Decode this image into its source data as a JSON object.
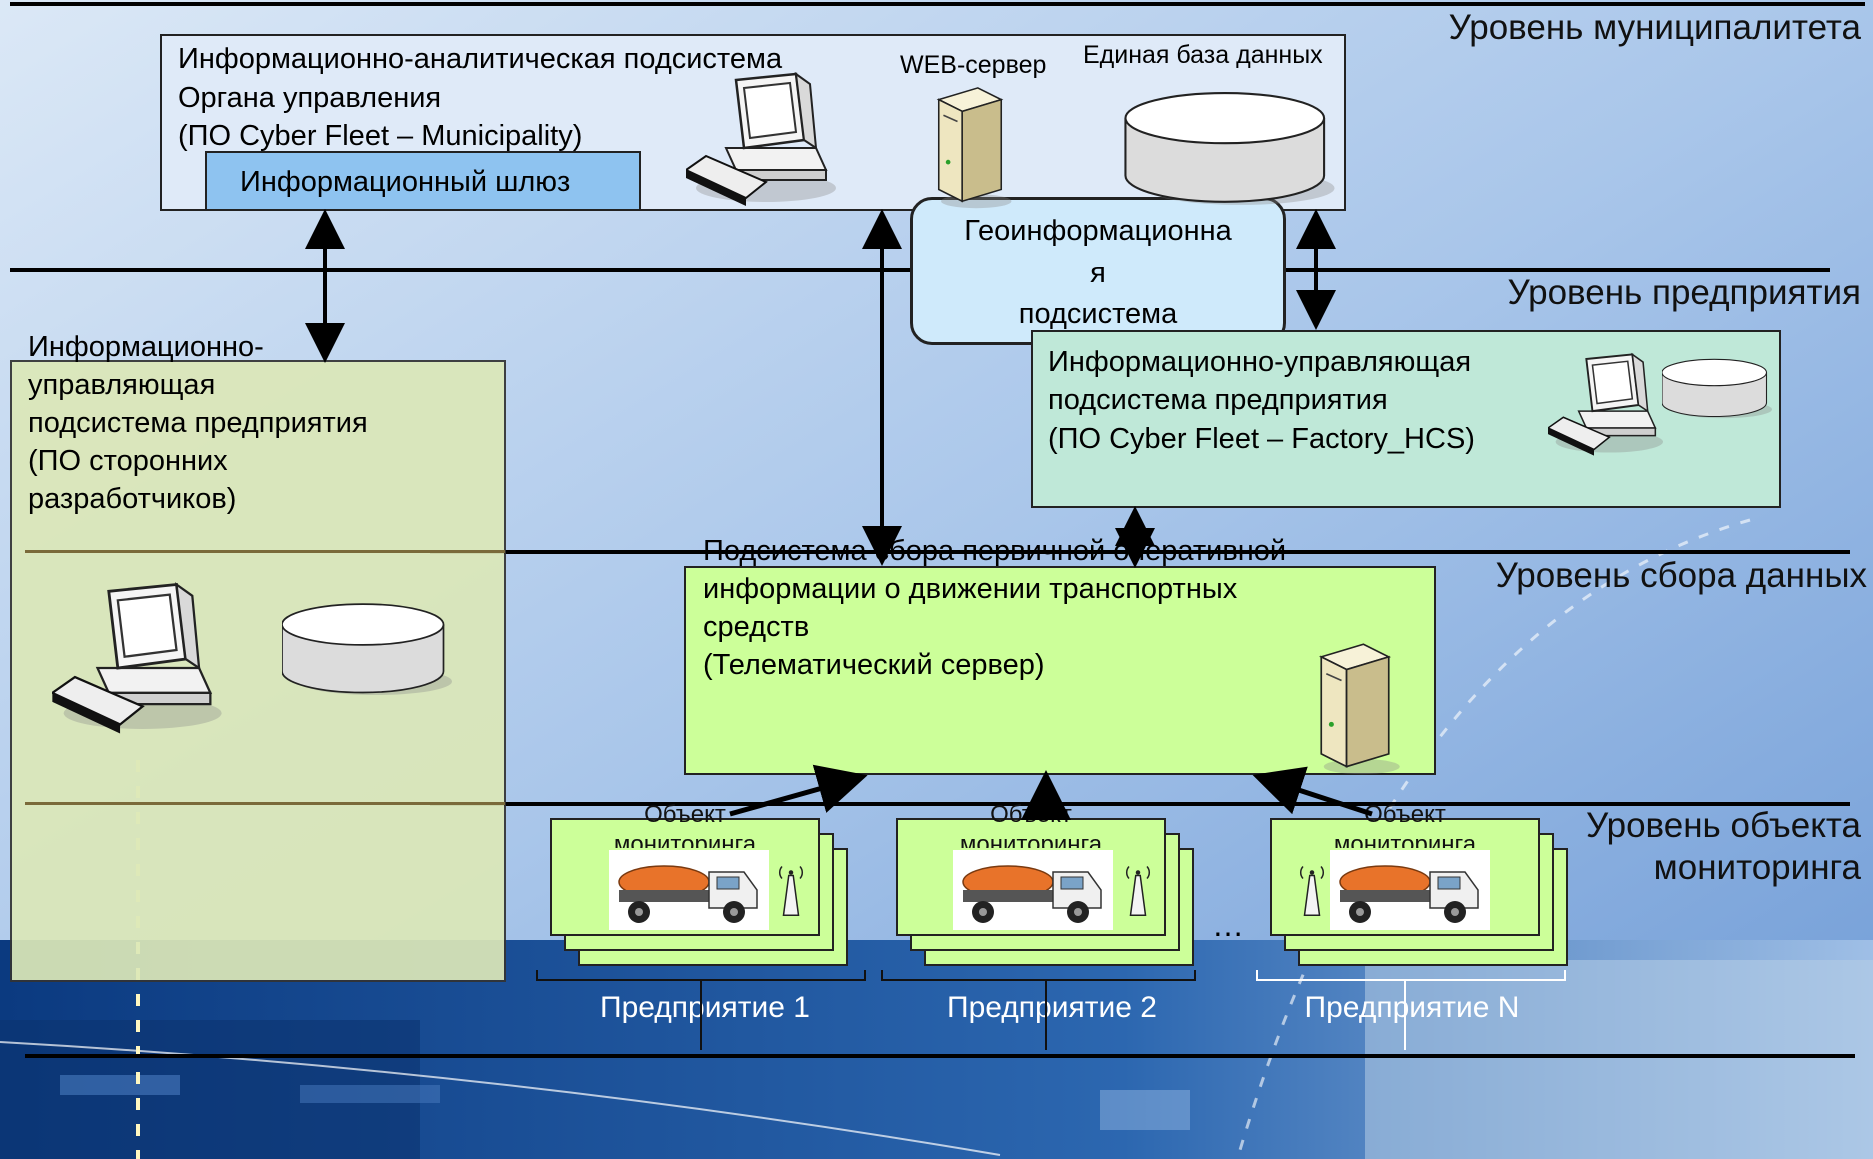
{
  "levels": {
    "municipality": "Уровень муниципалитета",
    "enterprise": "Уровень предприятия",
    "data_collection": "Уровень сбора данных",
    "monitoring_object_line1": "Уровень объекта",
    "monitoring_object_line2": "мониторинга"
  },
  "municipal_box": {
    "line1": "Информационно-аналитическая подсистема",
    "line2": "Органа управления",
    "line3": "(ПО Cyber Fleet – Municipality)",
    "gateway": "Информационный шлюз",
    "web_server": "WEB-сервер",
    "database": "Единая база данных"
  },
  "gis": {
    "line1": "Геоинформационна",
    "line2": "я",
    "line3": "подсистема"
  },
  "third_party": {
    "line1": "Информационно-",
    "line2": "управляющая",
    "line3": "подсистема предприятия",
    "line4": "(ПО сторонних",
    "line5": "разработчиков)"
  },
  "enterprise_box": {
    "line1": "Информационно-управляющая",
    "line2": "подсистема предприятия",
    "line3": "(ПО Cyber Fleet – Factory_HCS)"
  },
  "collection": {
    "line1": "Подсистема сбора первичной оперативной",
    "line2": "информации о движении транспортных",
    "line3": "средств",
    "line4": "(Телематический сервер)"
  },
  "objects": [
    {
      "label1": "Объект",
      "label2": "мониторинга",
      "enterprise": "Предприятие 1"
    },
    {
      "label1": "Объект",
      "label2": "мониторинга",
      "enterprise": "Предприятие 2"
    },
    {
      "label1": "Объект",
      "label2": "мониторинга",
      "enterprise": "Предприятие N"
    }
  ],
  "ellipsis": "…",
  "icons": [
    "computer-icon",
    "web-server-icon",
    "database-icon",
    "telematic-server-icon",
    "truck-icon",
    "antenna-icon"
  ],
  "colors": {
    "sky_top": "#cfe0f2",
    "sky_bottom": "#5e8fd0",
    "bottom_band": "#0d3f86",
    "municipal_fill": "#dfeaf8",
    "gateway_fill": "#8ec3f0",
    "gis_fill": "#cfeafb",
    "third_party_fill": "#dce8b8",
    "enterprise_fill": "#bfe8d8",
    "collection_fill": "#ccff99",
    "object_fill": "#ccff99"
  }
}
